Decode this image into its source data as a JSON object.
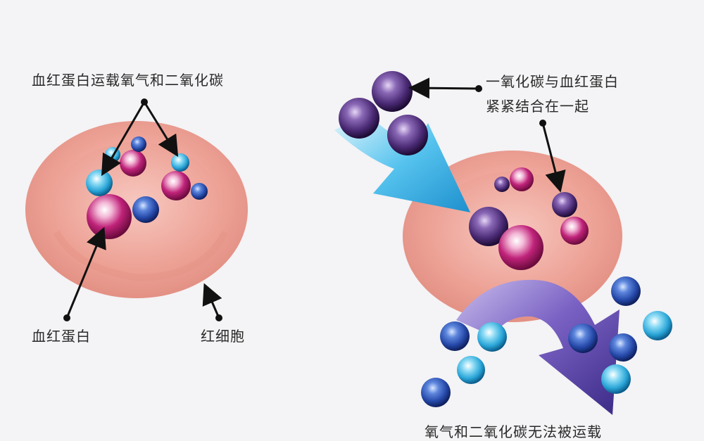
{
  "labels": {
    "hemoglobin_carries": "血红蛋白运载氧气和二氧化碳",
    "hemoglobin": "血红蛋白",
    "red_blood_cell": "红细胞",
    "co_binds_line1": "一氧化碳与血红蛋白",
    "co_binds_line2": "紧紧结合在一起",
    "cannot_transport": "氧气和二氧化碳无法被运载"
  },
  "colors": {
    "background": "#f4f3f5",
    "cell": "#f0a79b",
    "arrow_cyan": "#35b8ea",
    "arrow_purple": "#5a3f9e",
    "molecule_magenta": "#b8186f",
    "molecule_blue": "#2548a8",
    "molecule_cyan": "#2aa6d8",
    "molecule_purple": "#4a2a74"
  }
}
